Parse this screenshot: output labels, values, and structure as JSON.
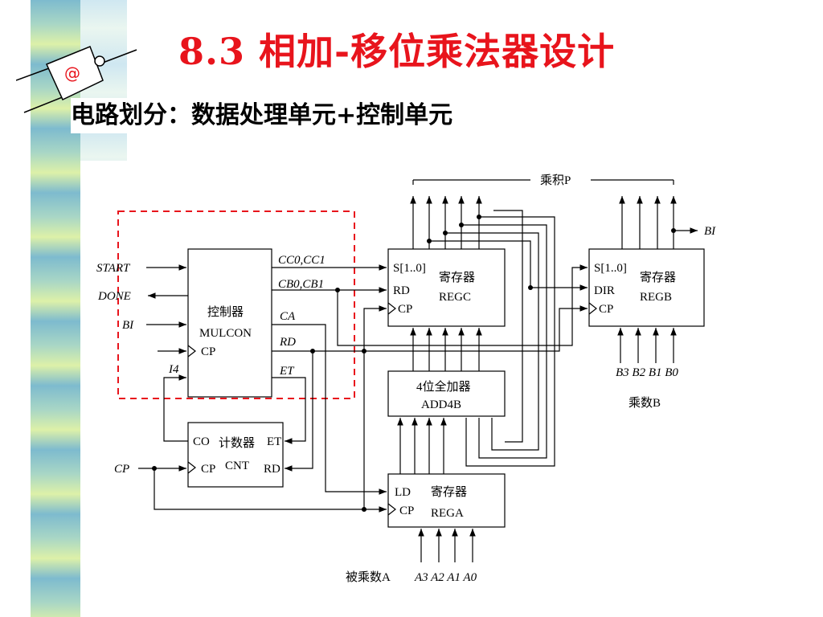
{
  "slide": {
    "title": "8.3  相加-移位乘法器设计",
    "subtitle": "电路划分：数据处理单元+控制单元",
    "logo_symbol": "@",
    "colors": {
      "title": "#e8141c",
      "dashed_box": "#e8141c",
      "stripe": "#6fb3c9"
    }
  },
  "diagram": {
    "product_label": "乘积P",
    "bi_out": "BI",
    "controller": {
      "name": "控制器",
      "module": "MULCON",
      "clock": "CP"
    },
    "controller_inputs": {
      "start": "START",
      "done": "DONE",
      "bi": "BI",
      "i4": "I4"
    },
    "controller_outputs": {
      "cc": "CC0,CC1",
      "cb": "CB0,CB1",
      "ca": "CA",
      "rd": "RD",
      "et": "ET"
    },
    "counter": {
      "name": "计数器",
      "module": "CNT",
      "co": "CO",
      "et": "ET",
      "cp": "CP",
      "rd": "RD"
    },
    "cp_input": "CP",
    "regc": {
      "name": "寄存器",
      "module": "REGC",
      "s": "S[1..0]",
      "rd": "RD",
      "cp": "CP"
    },
    "regb": {
      "name": "寄存器",
      "module": "REGB",
      "s": "S[1..0]",
      "dir": "DIR",
      "cp": "CP"
    },
    "adder": {
      "name": "4位全加器",
      "module": "ADD4B"
    },
    "rega": {
      "name": "寄存器",
      "module": "REGA",
      "ld": "LD",
      "cp": "CP"
    },
    "b_inputs": "B3 B2 B1 B0",
    "multiplier_label": "乘数B",
    "multiplicand_label": "被乘数A",
    "a_inputs": "A3 A2 A1 A0"
  }
}
